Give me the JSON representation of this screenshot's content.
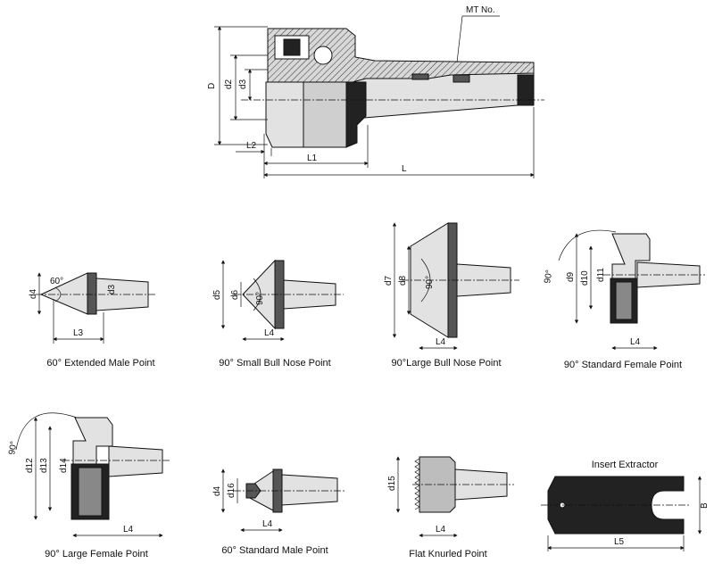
{
  "main_drawing": {
    "mt_label": "MT No.",
    "dims": {
      "D": "D",
      "d2": "d2",
      "d3": "d3",
      "L2": "L2",
      "L1": "L1",
      "L": "L"
    }
  },
  "points": [
    {
      "caption": "60° Extended Male Point",
      "labels": {
        "angle": "60°",
        "d4": "d4",
        "d3": "d3",
        "L3": "L3"
      }
    },
    {
      "caption": "90° Small Bull Nose Point",
      "labels": {
        "d5": "d5",
        "d6": "d6",
        "angle": "90°",
        "L4": "L4"
      }
    },
    {
      "caption": "90°Large Bull Nose Point",
      "labels": {
        "d7": "d7",
        "d8": "d8",
        "angle": "90°",
        "L4": "L4"
      }
    },
    {
      "caption": "90° Standard Female Point",
      "labels": {
        "angle": "90°",
        "d9": "d9",
        "d10": "d10",
        "d11": "d11",
        "L4": "L4"
      }
    },
    {
      "caption": "90° Large Female Point",
      "labels": {
        "angle": "90°",
        "d12": "d12",
        "d13": "d13",
        "d14": "d14",
        "L4": "L4"
      }
    },
    {
      "caption": "60° Standard Male Point",
      "labels": {
        "d4": "d4",
        "d16": "d16",
        "L4": "L4"
      }
    },
    {
      "caption": "Flat Knurled Point",
      "labels": {
        "d15": "d15",
        "L4": "L4"
      }
    }
  ],
  "insert_extractor": {
    "title": "Insert Extractor",
    "labels": {
      "B": "B",
      "L5": "L5"
    }
  }
}
